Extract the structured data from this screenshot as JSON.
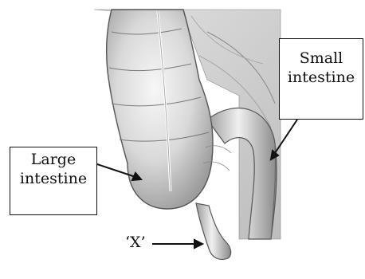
{
  "labels": {
    "large": [
      "Large",
      "intestine"
    ],
    "small": [
      "Small",
      "intestine"
    ],
    "x": "‘X’"
  }
}
